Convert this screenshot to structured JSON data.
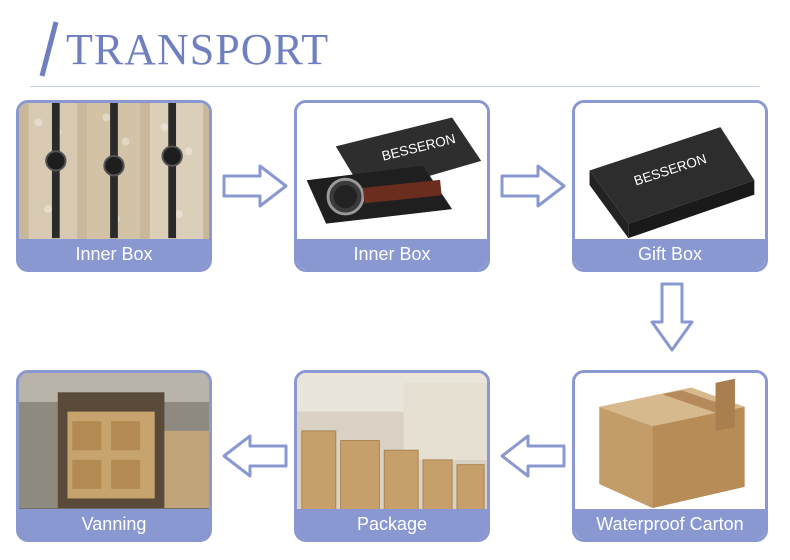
{
  "header": {
    "title": "TRANSPORT"
  },
  "steps": [
    {
      "caption": "Inner Box"
    },
    {
      "caption": "Inner Box",
      "brand": "BESSERON"
    },
    {
      "caption": "Gift Box",
      "brand": "BESSERON"
    },
    {
      "caption": "Waterproof Carton"
    },
    {
      "caption": "Package"
    },
    {
      "caption": "Vanning"
    }
  ],
  "colors": {
    "accent": "#8a98d2",
    "title": "#6f7fbf"
  },
  "icons": [
    "arrow-right-icon",
    "arrow-down-icon",
    "arrow-left-icon"
  ]
}
